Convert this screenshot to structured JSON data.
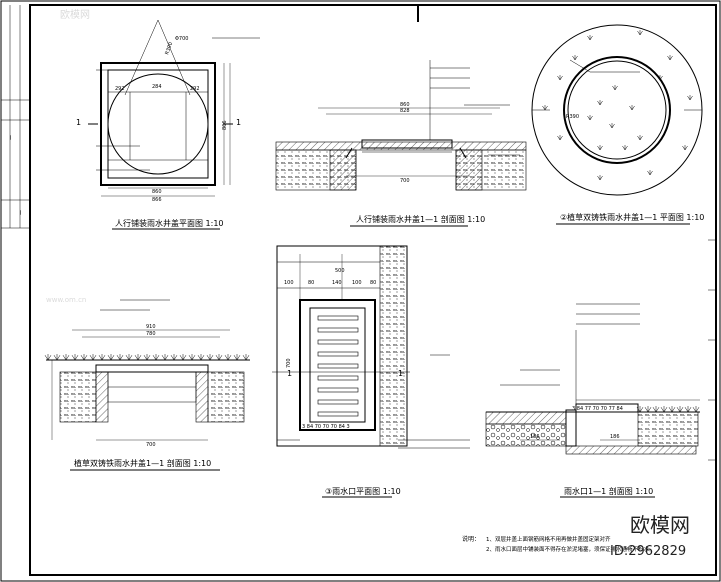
{
  "titles": {
    "t1": "人行铺装雨水井盖平面图 1:10",
    "t2": "人行铺装雨水井盖1—1 剖面图 1:10",
    "t3": "②植草双铸铁雨水井盖1—1 平面图 1:10",
    "t4": "植草双铸铁雨水井盖1—1 剖面图 1:10",
    "t5": "③雨水口平面图 1:10",
    "t6": "雨水口1—1 剖面图 1:10"
  },
  "dims": {
    "p1_w": "860",
    "p1_w2": "866",
    "p1_left": "292",
    "p1_right": "292",
    "p1_c": "284",
    "p1_h": "866",
    "p1_dia": "Φ700",
    "p1_r": "R390",
    "p2_a": "860",
    "p2_b": "828",
    "p2_c": "700",
    "p3_r": "R390",
    "p4_a": "910",
    "p4_b": "780",
    "p4_c": "700",
    "p5_a": "500",
    "p5_b": "100",
    "p5_c": "80",
    "p5_d": "140",
    "p5_e": "100",
    "p5_f": "80",
    "p5_g": "700",
    "p5_row": "3  84  70  70  70  84  3",
    "p6_top": "3 84  77  70  70  77  84",
    "p6_a": "186",
    "p6_b": "186"
  },
  "section_marks": {
    "m1": "1",
    "m2": "1",
    "m3": "1",
    "m4": "1"
  },
  "notes": {
    "label": "说明：",
    "n1": "1、双层井盖上面钢筋网格不用再做井盖固定架对齐",
    "n2": "2、雨水口面层中铺装面不得存在淤泥堵塞，须保证排水通畅不积水。"
  },
  "watermarks": {
    "brand": "欧模网",
    "site": "www.om.cn",
    "id": "ID:2962829"
  }
}
